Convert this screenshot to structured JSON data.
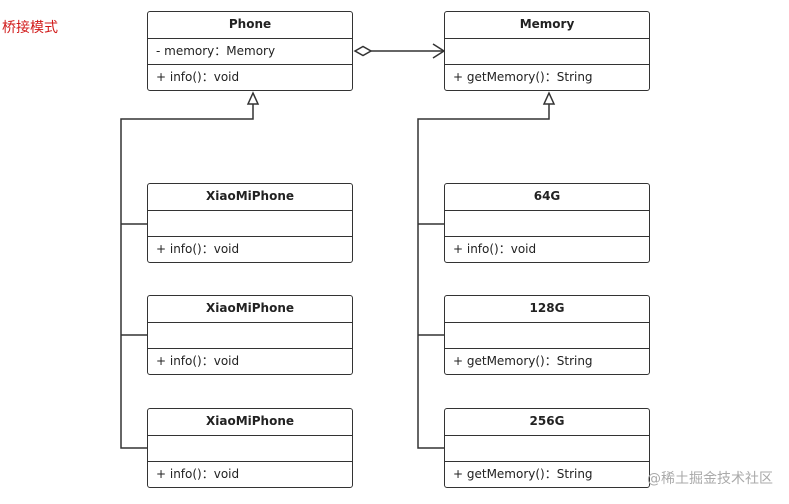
{
  "title": "桥接模式",
  "watermark": "@稀土掘金技术社区",
  "classes": {
    "phone": {
      "name": "Phone",
      "attribute": "- memory：Memory",
      "method": "+ info()：void"
    },
    "memory": {
      "name": "Memory",
      "attribute": "",
      "method": "+ getMemory()：String"
    },
    "xiaomi1": {
      "name": "XiaoMiPhone",
      "attribute": "",
      "method": "+ info()：void"
    },
    "xiaomi2": {
      "name": "XiaoMiPhone",
      "attribute": "",
      "method": "+ info()：void"
    },
    "xiaomi3": {
      "name": "XiaoMiPhone",
      "attribute": "",
      "method": "+ info()：void"
    },
    "m64": {
      "name": "64G",
      "attribute": "",
      "method": "+ info()：void"
    },
    "m128": {
      "name": "128G",
      "attribute": "",
      "method": "+ getMemory()：String"
    },
    "m256": {
      "name": "256G",
      "attribute": "",
      "method": "+ getMemory()：String"
    }
  }
}
